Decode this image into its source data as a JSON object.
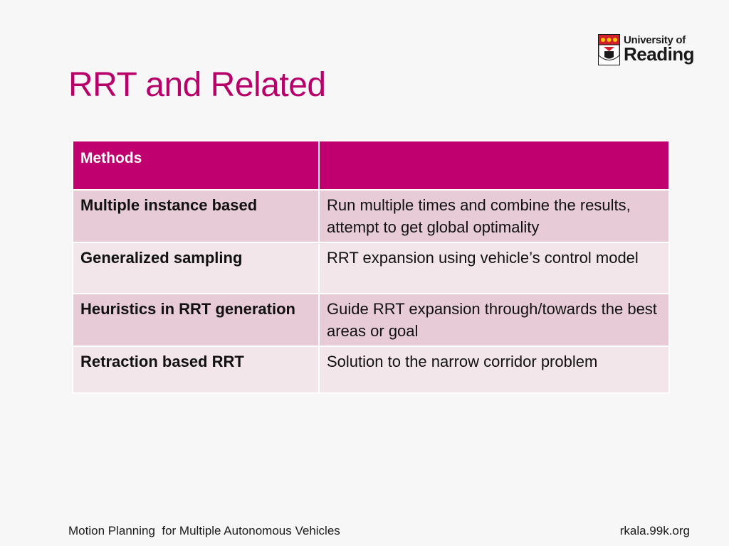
{
  "slide": {
    "title": "RRT and Related"
  },
  "logo": {
    "line1": "University of",
    "line2": "Reading"
  },
  "table": {
    "headers": [
      "Methods",
      ""
    ],
    "rows": [
      {
        "method": "Multiple instance based",
        "description": "Run multiple times and combine the results, attempt to get global optimality"
      },
      {
        "method": "Generalized sampling",
        "description": "RRT expansion using vehicle’s control model"
      },
      {
        "method": "Heuristics in RRT generation",
        "description": "Guide RRT expansion through/towards the best areas or goal"
      },
      {
        "method": "Retraction based RRT",
        "description": "Solution to the narrow corridor problem"
      }
    ]
  },
  "footer": {
    "left": "Motion Planning  for Multiple Autonomous Vehicles",
    "right": "rkala.99k.org"
  },
  "colors": {
    "accent": "#b8006b",
    "header_bg": "#c10070",
    "row_odd": "#e7cbd6",
    "row_even": "#f2e6eb",
    "background": "#f7f7f7"
  },
  "icons": {
    "logo_crest": "university-crest-icon"
  }
}
